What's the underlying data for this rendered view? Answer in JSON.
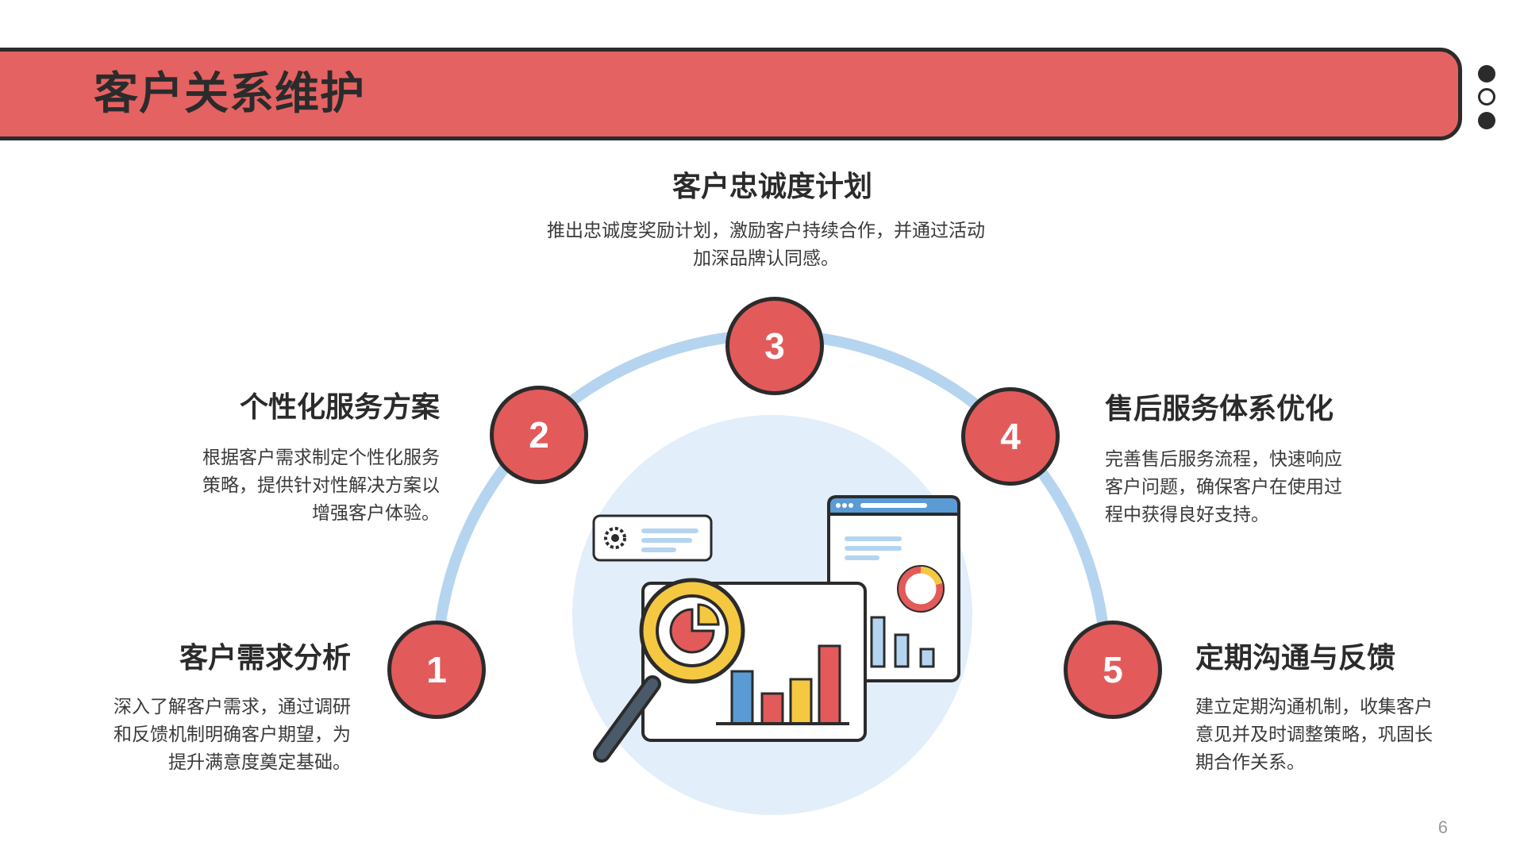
{
  "header": {
    "title": "客户关系维护"
  },
  "page_number": "6",
  "steps": [
    {
      "number": "1",
      "title": "客户需求分析",
      "desc_lines": [
        "深入了解客户需求，通过调研",
        "和反馈机制明确客户期望，为",
        "提升满意度奠定基础。"
      ]
    },
    {
      "number": "2",
      "title": "个性化服务方案",
      "desc_lines": [
        "根据客户需求制定个性化服务",
        "策略，提供针对性解决方案以",
        "增强客户体验。"
      ]
    },
    {
      "number": "3",
      "title": "客户忠诚度计划",
      "desc_lines": [
        "推出忠诚度奖励计划，激励客户持续合作，并通过活动",
        "加深品牌认同感。"
      ]
    },
    {
      "number": "4",
      "title": "售后服务体系优化",
      "desc_lines": [
        "完善售后服务流程，快速响应",
        "客户问题，确保客户在使用过",
        "程中获得良好支持。"
      ]
    },
    {
      "number": "5",
      "title": "定期沟通与反馈",
      "desc_lines": [
        "建立定期沟通机制，收集客户",
        "意见并及时调整策略，巩固长",
        "期合作关系。"
      ]
    }
  ],
  "colors": {
    "accent_red": "#e35a5a",
    "title_bar": "#e56262",
    "arc_blue": "#b5d4ef",
    "circle_bg": "#e2eef9",
    "outline": "#2b2b2b"
  },
  "icons": {
    "illustration": "data-analysis-magnifier-illustration",
    "decor": "three-dots-decor"
  }
}
